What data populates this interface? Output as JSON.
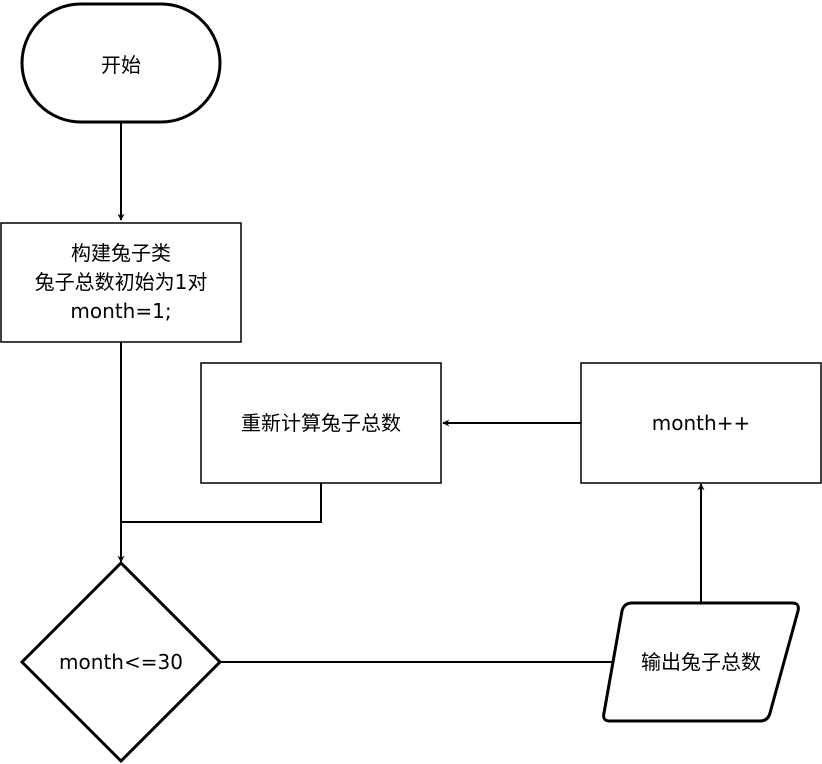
{
  "nodes": {
    "start": {
      "label": "开始"
    },
    "init": {
      "line1": "构建兔子类",
      "line2": "兔子总数初始为1对",
      "line3": "month=1;"
    },
    "recalc": {
      "label": "重新计算兔子总数"
    },
    "increment": {
      "label": "month++"
    },
    "condition": {
      "label": "month<=30"
    },
    "output": {
      "label": "输出兔子总数"
    }
  },
  "colors": {
    "stroke": "#000000",
    "fill": "#ffffff",
    "text": "#000000"
  }
}
